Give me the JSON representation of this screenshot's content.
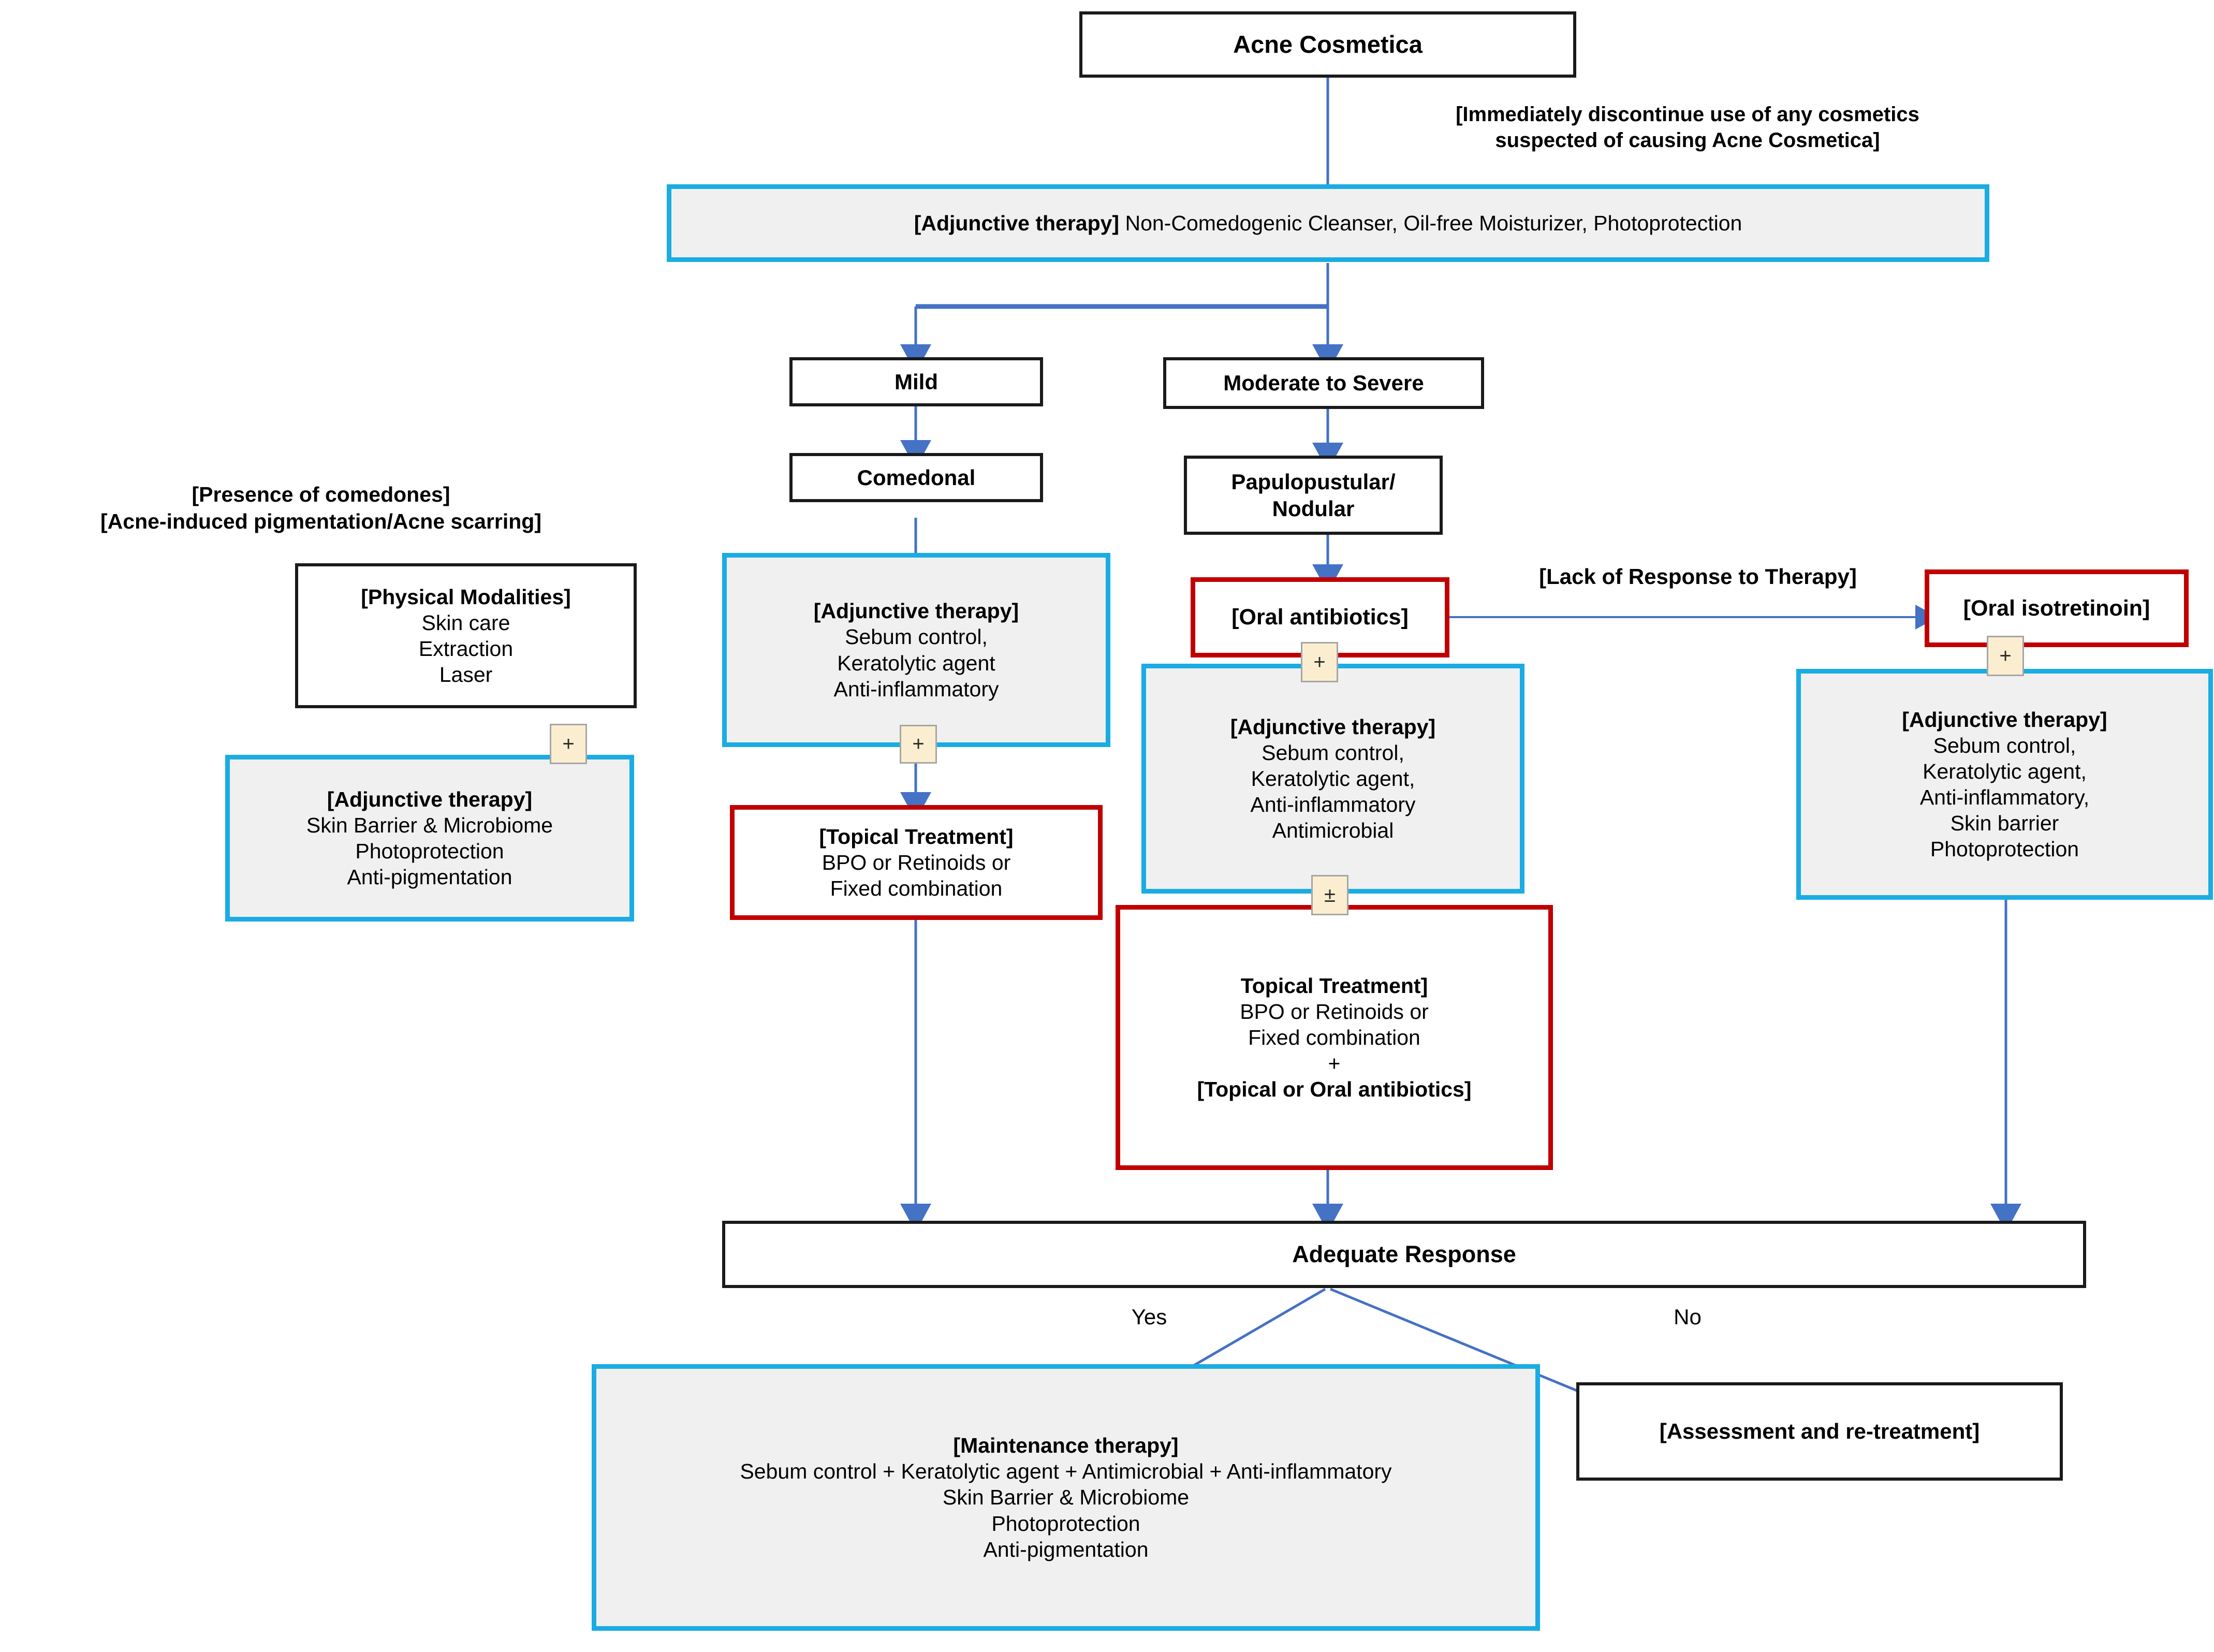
{
  "colors": {
    "black_border": "#1a1a1a",
    "red_border": "#c00000",
    "blue_border": "#1aace3",
    "blue_fill": "#f0f0f0",
    "arrow_blue": "#4472c4",
    "plus_fill": "#fbeed0"
  },
  "diagram": {
    "title_node": "Acne Cosmetica",
    "discontinue_note": "[Immediately discontinue use of any cosmetics\nsuspected of causing Acne Cosmetica]",
    "adjunctive_top": {
      "bold": "[Adjunctive therapy]",
      "rest": " Non-Comedogenic Cleanser, Oil-free Moisturizer, Photoprotection"
    },
    "mild": "Mild",
    "comedonal": "Comedonal",
    "moderate_severe": "Moderate to Severe",
    "papulopustular": "Papulopustular/\nNodular",
    "left_headers": "[Presence of comedones]\n[Acne-induced pigmentation/Acne scarring]",
    "physical_modalities": {
      "header": "[Physical Modalities]",
      "lines": "Skin care\nExtraction\nLaser"
    },
    "adjunctive_left": {
      "header": "[Adjunctive therapy]",
      "lines": "Skin Barrier & Microbiome\nPhotoprotection\nAnti-pigmentation"
    },
    "adjunctive_mild": {
      "header": "[Adjunctive therapy]",
      "lines": "Sebum control,\nKeratolytic agent\nAnti-inflammatory"
    },
    "topical_mild": {
      "header": "[Topical Treatment]",
      "lines": "BPO or Retinoids or\nFixed combination"
    },
    "oral_antibiotics": "[Oral antibiotics]",
    "lack_of_response": "[Lack of Response to Therapy]",
    "oral_isotretinoin": "[Oral isotretinoin]",
    "adjunctive_moderate": {
      "header": "[Adjunctive therapy]",
      "lines": "Sebum control,\nKeratolytic agent,\nAnti-inflammatory\nAntimicrobial"
    },
    "topical_moderate": {
      "header": "Topical Treatment]",
      "lines": "BPO or Retinoids or\nFixed combination\n+",
      "footer": "[Topical or Oral antibiotics]"
    },
    "adjunctive_isotretinoin": {
      "header": "[Adjunctive therapy]",
      "lines": "Sebum control,\nKeratolytic agent,\nAnti-inflammatory,\nSkin barrier\nPhotoprotection"
    },
    "adequate_response": "Adequate Response",
    "yes_label": "Yes",
    "no_label": "No",
    "maintenance": {
      "header": "[Maintenance therapy]",
      "lines": "Sebum control + Keratolytic agent + Antimicrobial + Anti-inflammatory\nSkin Barrier & Microbiome\nPhotoprotection\nAnti-pigmentation"
    },
    "assessment": "[Assessment and re-treatment]",
    "plus_symbols": {
      "left": "+",
      "mild": "+",
      "oral_antibiotics": "+",
      "moderate_topical": "±",
      "isotretinoin": "+"
    }
  }
}
